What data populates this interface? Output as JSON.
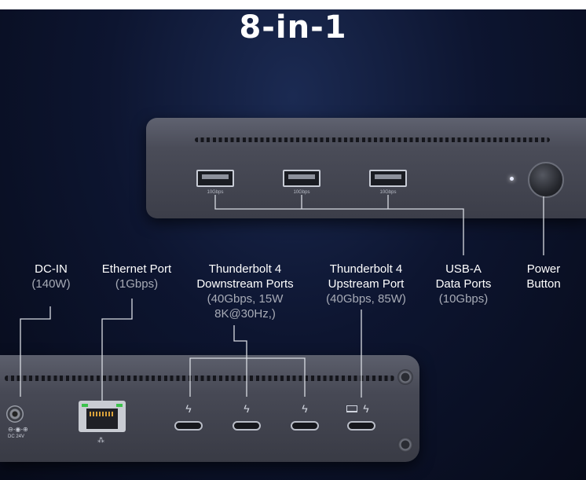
{
  "title": "8-in-1",
  "top_device": {
    "usb_ports": [
      {
        "caption": "10Gbps"
      },
      {
        "caption": "10Gbps"
      },
      {
        "caption": "10Gbps"
      }
    ]
  },
  "bottom_device": {
    "dc_caption": "DC 24V"
  },
  "labels": {
    "dc_in": {
      "main": "DC-IN",
      "sub": "(140W)"
    },
    "ethernet": {
      "main": "Ethernet Port",
      "sub": "(1Gbps)"
    },
    "tb4_down": {
      "line1": "Thunderbolt 4",
      "line2": "Downstream Ports",
      "sub1": "(40Gbps,  15W",
      "sub2": "8K@30Hz,)"
    },
    "tb4_up": {
      "line1": "Thunderbolt 4",
      "line2": "Upstream Port",
      "sub": "(40Gbps, 85W)"
    },
    "usb_a": {
      "line1": "USB-A",
      "line2": "Data Ports",
      "sub": "(10Gbps)"
    },
    "power": {
      "line1": "Power",
      "line2": "Button"
    }
  },
  "colors": {
    "background": "#0d1530",
    "device": "#4a4c58",
    "label_text": "#ffffff",
    "sub_text": "#a7abb6",
    "line": "#d8dbe2"
  },
  "icons": [
    "thunderbolt-icon",
    "laptop-icon",
    "network-icon",
    "dc-polarity-icon",
    "power-icon"
  ]
}
